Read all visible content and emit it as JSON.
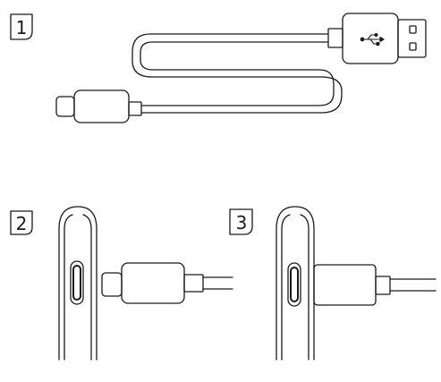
{
  "steps": [
    {
      "number": "1"
    },
    {
      "number": "2"
    },
    {
      "number": "3"
    }
  ],
  "colors": {
    "line": "#1a1a1a",
    "background": "#ffffff"
  },
  "icons": {
    "usb_symbol": "usb-trident-icon"
  }
}
